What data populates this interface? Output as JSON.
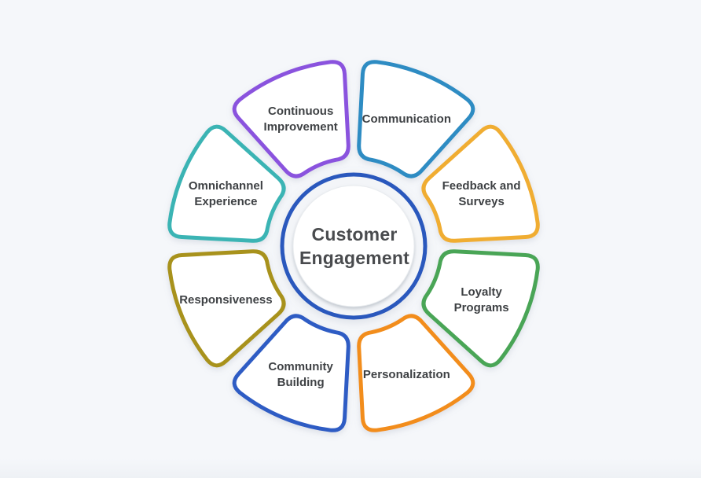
{
  "diagram": {
    "title": "Customer Engagement",
    "background": "#f5f7fa",
    "center": {
      "label_lines": [
        "Customer",
        "Engagement"
      ],
      "ring_color": "#2b59bd",
      "fill": "#ffffff",
      "text_color": "#494b4e"
    },
    "petals": [
      {
        "label_lines": [
          "Continuous",
          "Improvement"
        ],
        "color": "#8a52de",
        "angle_deg": -112.5
      },
      {
        "label_lines": [
          "Communication"
        ],
        "color": "#2d8cc3",
        "angle_deg": -67.5
      },
      {
        "label_lines": [
          "Feedback and",
          "Surveys"
        ],
        "color": "#f0ad33",
        "angle_deg": -22.5
      },
      {
        "label_lines": [
          "Loyalty",
          "Programs"
        ],
        "color": "#4aa557",
        "angle_deg": 22.5
      },
      {
        "label_lines": [
          "Personalization"
        ],
        "color": "#f28d1f",
        "angle_deg": 67.5
      },
      {
        "label_lines": [
          "Community",
          "Building"
        ],
        "color": "#2f5cc4",
        "angle_deg": 112.5
      },
      {
        "label_lines": [
          "Responsiveness"
        ],
        "color": "#a8921e",
        "angle_deg": 157.5
      },
      {
        "label_lines": [
          "Omnichannel",
          "Experience"
        ],
        "color": "#3ab4b4",
        "angle_deg": -157.5
      }
    ],
    "label_text_color": "#3e4144"
  }
}
